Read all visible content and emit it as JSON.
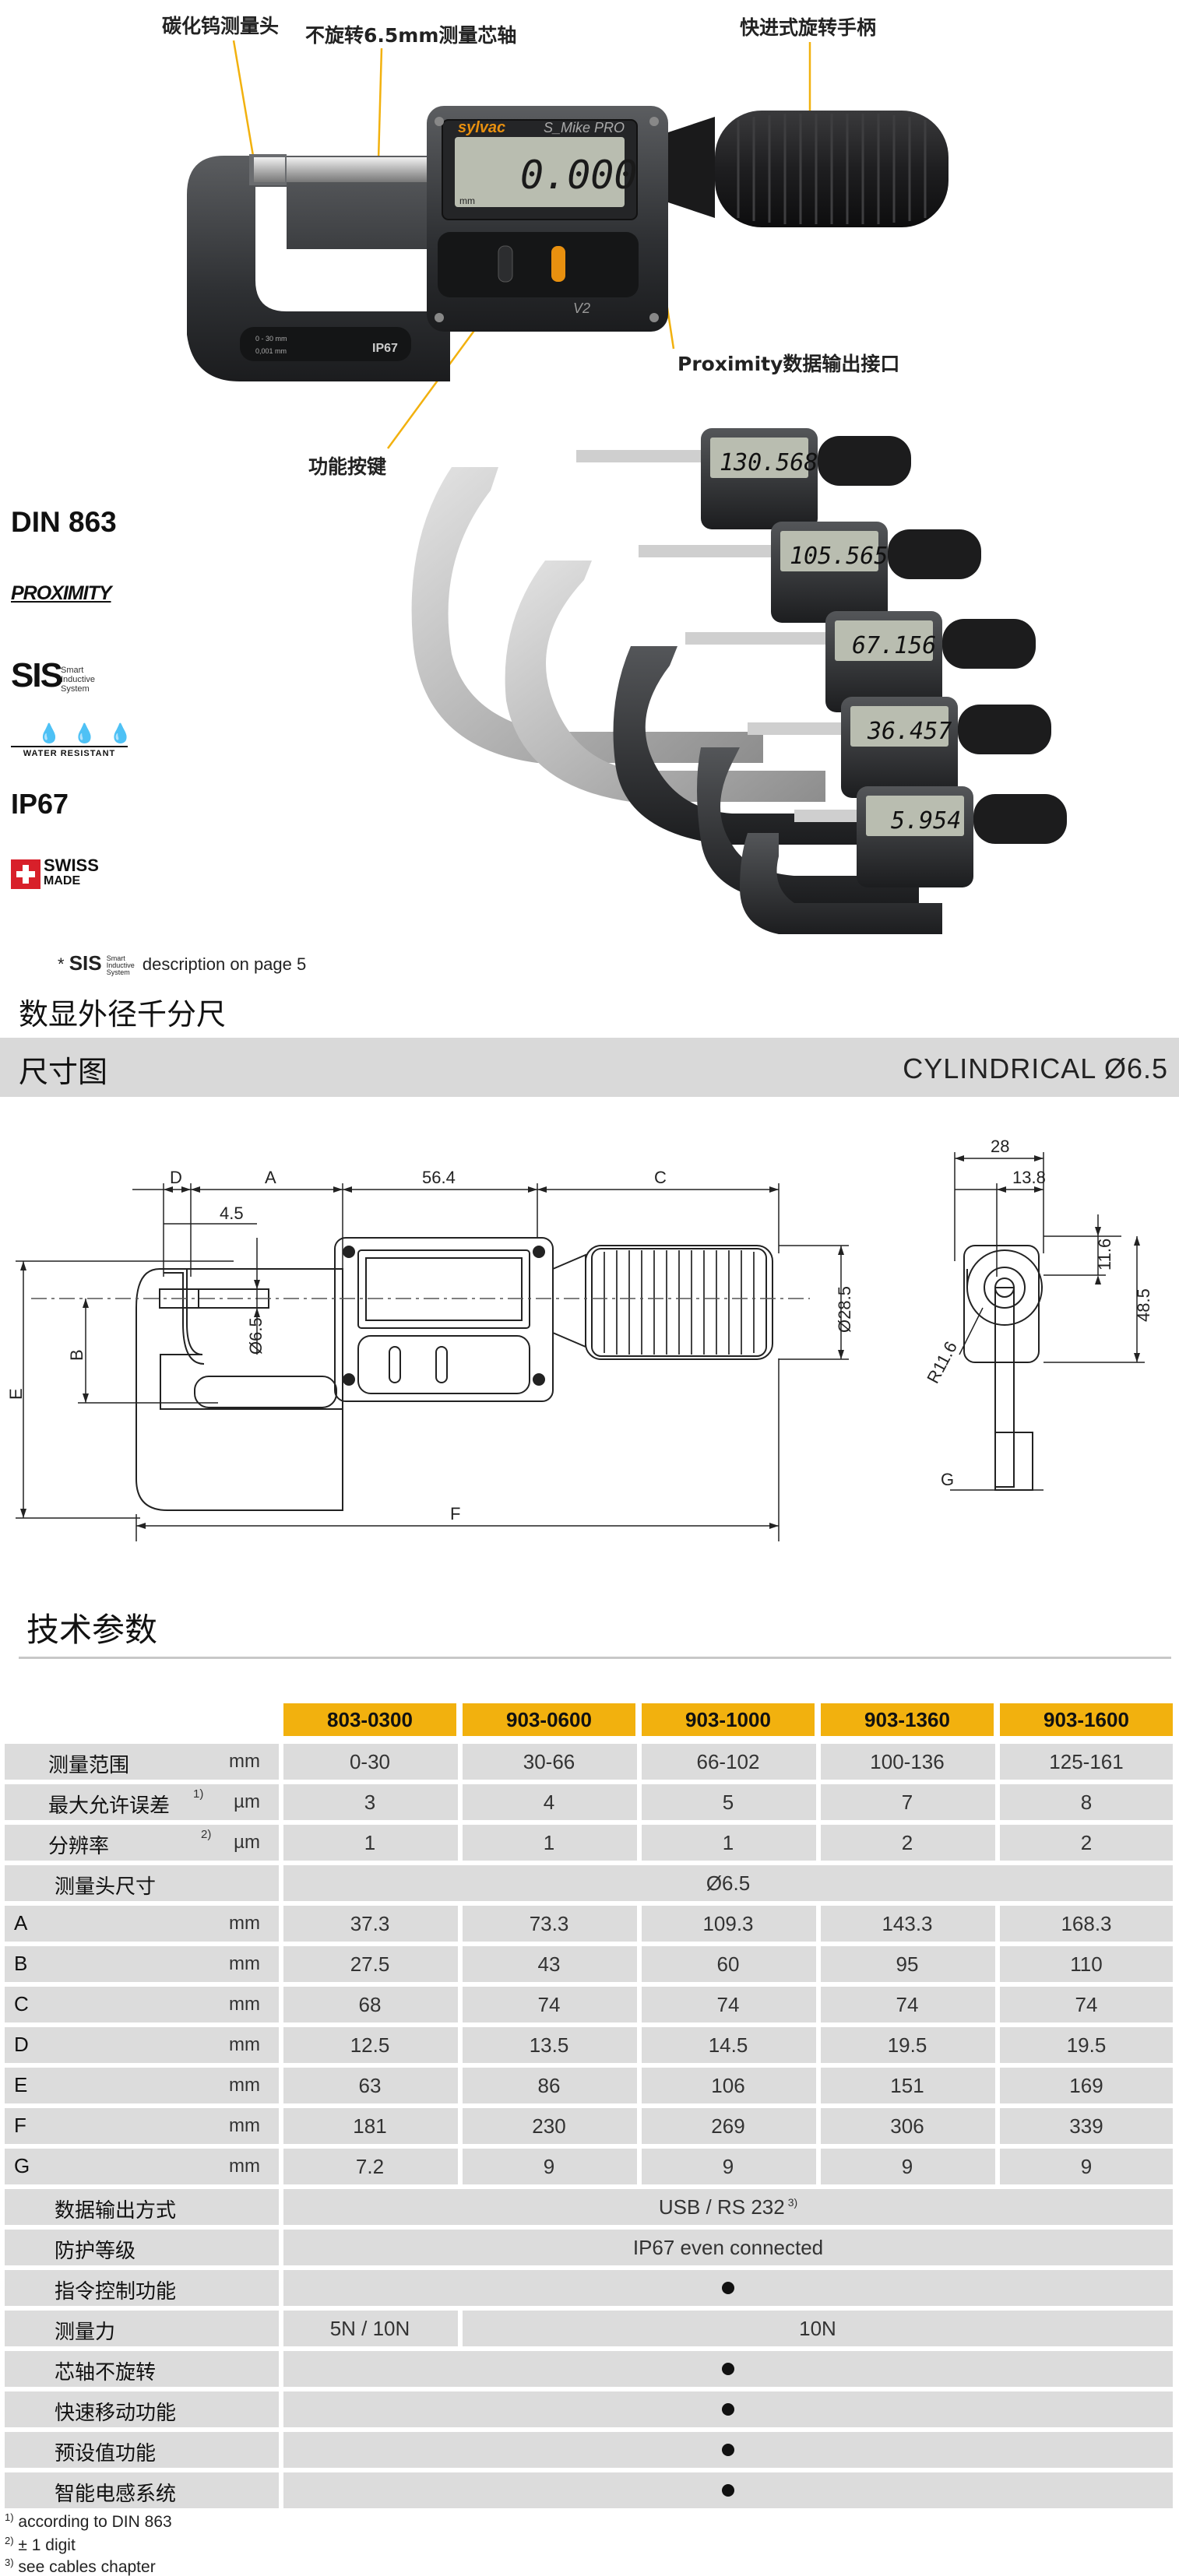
{
  "callouts": {
    "carbide_face": "碳化钨测量头",
    "spindle": "不旋转6.5mm测量芯轴",
    "thimble": "快进式旋转手柄",
    "proximity": "Proximity数据输出接口",
    "buttons": "功能按键"
  },
  "device": {
    "brand": "sylvac",
    "model": "S_Mike PRO",
    "reading": "0.000",
    "unit": "mm",
    "range_line1": "0 - 30 mm",
    "range_line2": "0,001 mm",
    "ip_mark": "IP67",
    "version": "V2",
    "stack_readings": [
      "130.568",
      "105.565",
      "67.156",
      "36.457",
      "5.954"
    ]
  },
  "certifications": {
    "din": "DIN 863",
    "proximity": "PROXIMITY",
    "sis": "SIS",
    "sis_sub": [
      "Smart",
      "Inductive",
      "System"
    ],
    "water": "WATER RESISTANT",
    "ip": "IP67",
    "swiss_line1": "SWISS",
    "swiss_line2": "MADE"
  },
  "sis_note": {
    "star": "*",
    "sis": "SIS",
    "sub": "Smart Inductive System",
    "text": "description on page 5"
  },
  "product_title": "数显外径千分尺",
  "section_bar": {
    "left": "尺寸图",
    "right": "CYLINDRICAL Ø6.5"
  },
  "drawing": {
    "dims": {
      "D": "D",
      "A": "A",
      "w564": "56.4",
      "C": "C",
      "w45": "4.5",
      "B": "B",
      "E": "E",
      "F": "F",
      "d65": "Ø6.5",
      "d285": "Ø28.5",
      "w28": "28",
      "w138": "13.8",
      "h116": "11.6",
      "h485": "48.5",
      "r116": "R11.6",
      "G": "G"
    }
  },
  "spec_title": "技术参数",
  "table": {
    "columns": [
      "803-0300",
      "903-0600",
      "903-1000",
      "903-1360",
      "903-1600"
    ],
    "rows": [
      {
        "label": "测量范围",
        "unit": "mm",
        "values": [
          "0-30",
          "30-66",
          "66-102",
          "100-136",
          "125-161"
        ]
      },
      {
        "label": "最大允许误差",
        "sup": "1)",
        "unit": "µm",
        "values": [
          "3",
          "4",
          "5",
          "7",
          "8"
        ]
      },
      {
        "label": "分辨率",
        "sup": "2)",
        "unit": "µm",
        "values": [
          "1",
          "1",
          "1",
          "2",
          "2"
        ]
      },
      {
        "label": "测量头尺寸",
        "span": "Ø6.5"
      },
      {
        "label": "A",
        "unit": "mm",
        "values": [
          "37.3",
          "73.3",
          "109.3",
          "143.3",
          "168.3"
        ]
      },
      {
        "label": "B",
        "unit": "mm",
        "values": [
          "27.5",
          "43",
          "60",
          "95",
          "110"
        ]
      },
      {
        "label": "C",
        "unit": "mm",
        "values": [
          "68",
          "74",
          "74",
          "74",
          "74"
        ]
      },
      {
        "label": "D",
        "unit": "mm",
        "values": [
          "12.5",
          "13.5",
          "14.5",
          "19.5",
          "19.5"
        ]
      },
      {
        "label": "E",
        "unit": "mm",
        "values": [
          "63",
          "86",
          "106",
          "151",
          "169"
        ]
      },
      {
        "label": "F",
        "unit": "mm",
        "values": [
          "181",
          "230",
          "269",
          "306",
          "339"
        ]
      },
      {
        "label": "G",
        "unit": "mm",
        "values": [
          "7.2",
          "9",
          "9",
          "9",
          "9"
        ]
      },
      {
        "label": "数据输出方式",
        "span": "USB / RS 232",
        "span_sup": "3)"
      },
      {
        "label": "防护等级",
        "span": "IP67 even connected"
      },
      {
        "label": "指令控制功能",
        "dot": true
      },
      {
        "label": "测量力",
        "first": "5N / 10N",
        "rest": "10N"
      },
      {
        "label": "芯轴不旋转",
        "dot": true
      },
      {
        "label": "快速移动功能",
        "dot": true
      },
      {
        "label": "预设值功能",
        "dot": true
      },
      {
        "label": "智能电感系统",
        "dot": true
      }
    ]
  },
  "footnotes": [
    {
      "mark": "1)",
      "text": "according to DIN 863"
    },
    {
      "mark": "2)",
      "text": "± 1 digit"
    },
    {
      "mark": "3)",
      "text": "see cables chapter"
    }
  ],
  "colors": {
    "header_yellow": "#f2b10e",
    "row_gray": "#dcdcdc",
    "bar_gray": "#d9d9d9",
    "lcd": "#b9bdb0",
    "button_orange": "#e8900f"
  }
}
